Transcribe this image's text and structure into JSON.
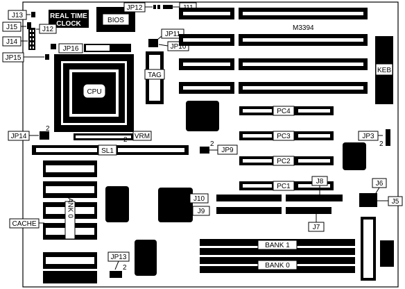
{
  "board_name": "M3394",
  "labels": {
    "rtc": "REAL TIME CLOCK",
    "rtc_line1": "REAL TIME",
    "rtc_line2": "CLOCK",
    "bios": "BIOS",
    "cpu": "CPU",
    "tag": "TAG",
    "keb": "KEB",
    "vrm": "VRM",
    "sl1": "SL1",
    "cache": "CACHE",
    "bank_vertical": "BANK 0",
    "bank1": "BANK 1",
    "bank0": "BANK 0"
  },
  "pci_slots": [
    "PC4",
    "PC3",
    "PC2",
    "PC1"
  ],
  "jumpers": {
    "jp12": "JP12",
    "j11": "J11",
    "j13": "J13",
    "j15": "J15",
    "j12": "J12",
    "j14": "J14",
    "jp16": "JP16",
    "jp15": "JP15",
    "jp11": "JP11",
    "jp10": "JP10",
    "jp14": "JP14",
    "jp9": "JP9",
    "jp3": "JP3",
    "j8": "J8",
    "j10": "J10",
    "j9": "J9",
    "j6": "J6",
    "j5": "J5",
    "j7": "J7",
    "jp13": "JP13"
  },
  "pin_marks": {
    "jp14": "2",
    "vrm": "2",
    "jp9": "2",
    "jp3": "2",
    "jp13": "2"
  }
}
